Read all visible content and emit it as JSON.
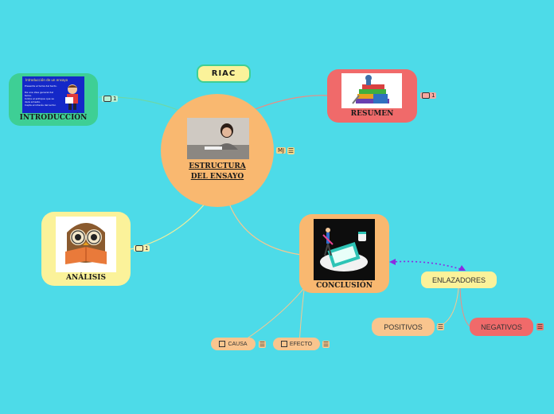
{
  "title": "RIAC",
  "center": {
    "label_line1": "ESTRUCTURA",
    "label_line2": "DEL ENSAYO",
    "avatar_initials": "MJ"
  },
  "nodes": {
    "introduccion": {
      "label": "INTRODUCCIÓN",
      "comment_count": "1"
    },
    "resumen": {
      "label": "RESUMEN",
      "comment_count": "1"
    },
    "analisis": {
      "label": "ANÁLISIS",
      "comment_count": "1"
    },
    "conclusion": {
      "label": "CONCLUSIÓN"
    },
    "enlazadores": {
      "label": "ENLAZADORES"
    },
    "positivos": {
      "label": "POSITIVOS"
    },
    "negativos": {
      "label": "NEGATIVOS"
    },
    "causa": {
      "label": "CAUSA"
    },
    "efecto": {
      "label": "EFECTO"
    }
  },
  "intro_image": {
    "heading": "Introducción de un ensayo",
    "bullets": [
      "Presenta el tema del texto.",
      "Da una idea general del tema.",
      "Indica el enfoque que se dará al texto.",
      "Capta el interés del lector."
    ]
  },
  "colors": {
    "background": "#4ddbe8",
    "center": "#f9b870",
    "introduccion": "#3ecf95",
    "resumen": "#f06a6a",
    "analisis": "#fbf29a",
    "conclusion": "#f9b870",
    "enlazadores": "#fbf29a",
    "positivos": "#f9c58e",
    "negativos": "#f06a6a",
    "relation": "#8a2be2"
  },
  "icons": [
    "comment-icon",
    "menu-icon",
    "checkbox-icon"
  ]
}
